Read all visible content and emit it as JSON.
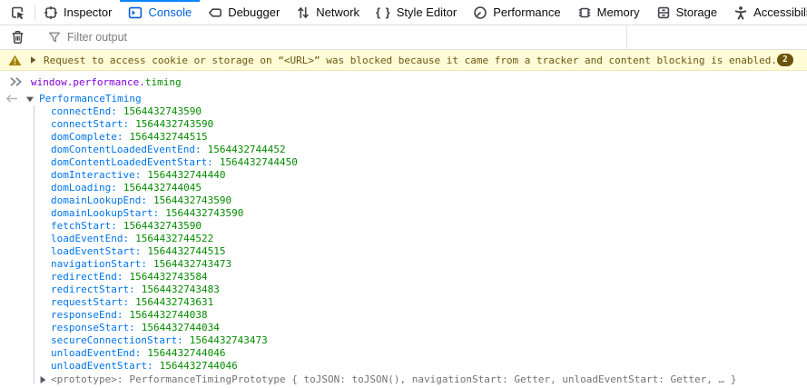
{
  "tabs": {
    "items": [
      {
        "label": "Inspector"
      },
      {
        "label": "Console"
      },
      {
        "label": "Debugger"
      },
      {
        "label": "Network"
      },
      {
        "label": "Style Editor"
      },
      {
        "label": "Performance"
      },
      {
        "label": "Memory"
      },
      {
        "label": "Storage"
      },
      {
        "label": "Accessibility"
      }
    ],
    "active_tab": "Console",
    "style_editor_glyph": "{ }"
  },
  "filter_bar": {
    "placeholder": "Filter output"
  },
  "warning": {
    "message": "Request to access cookie or storage on “<URL>” was blocked because it came from a tracker and content blocking is enabled.",
    "badge_count": "2"
  },
  "command": {
    "object_part": "window.performance.",
    "property_part": "timing"
  },
  "result": {
    "class_name": "PerformanceTiming",
    "properties": [
      {
        "name": "connectEnd:",
        "value": "1564432743590"
      },
      {
        "name": "connectStart:",
        "value": "1564432743590"
      },
      {
        "name": "domComplete:",
        "value": "1564432744515"
      },
      {
        "name": "domContentLoadedEventEnd:",
        "value": "1564432744452"
      },
      {
        "name": "domContentLoadedEventStart:",
        "value": "1564432744450"
      },
      {
        "name": "domInteractive:",
        "value": "1564432744440"
      },
      {
        "name": "domLoading:",
        "value": "1564432744045"
      },
      {
        "name": "domainLookupEnd:",
        "value": "1564432743590"
      },
      {
        "name": "domainLookupStart:",
        "value": "1564432743590"
      },
      {
        "name": "fetchStart:",
        "value": "1564432743590"
      },
      {
        "name": "loadEventEnd:",
        "value": "1564432744522"
      },
      {
        "name": "loadEventStart:",
        "value": "1564432744515"
      },
      {
        "name": "navigationStart:",
        "value": "1564432743473"
      },
      {
        "name": "redirectEnd:",
        "value": "1564432743584"
      },
      {
        "name": "redirectStart:",
        "value": "1564432743483"
      },
      {
        "name": "requestStart:",
        "value": "1564432743631"
      },
      {
        "name": "responseEnd:",
        "value": "1564432744038"
      },
      {
        "name": "responseStart:",
        "value": "1564432744034"
      },
      {
        "name": "secureConnectionStart:",
        "value": "1564432743473"
      },
      {
        "name": "unloadEventEnd:",
        "value": "1564432744046"
      },
      {
        "name": "unloadEventStart:",
        "value": "1564432744046"
      }
    ],
    "prototype": {
      "label": "<prototype>:",
      "value": "PerformanceTimingPrototype { toJSON: toJSON(), navigationStart: Getter, unloadEventStart: Getter, … }"
    }
  },
  "colors": {
    "accent_blue": "#0074e8",
    "active_tab_blue": "#0060df",
    "tab_line_blue": "#0a84ff",
    "value_green": "#058b00",
    "code_purple": "#8000d7",
    "warning_bg": "#fffbd6",
    "warning_text": "#6c5914",
    "muted_gray": "#737373"
  }
}
